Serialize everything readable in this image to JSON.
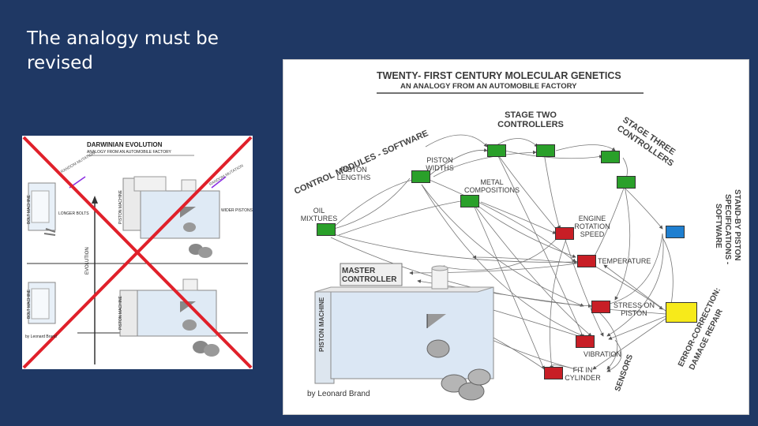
{
  "slide": {
    "title": "The analogy must be revised"
  },
  "left_figure": {
    "title": "DARWINIAN EVOLUTION",
    "subtitle": "ANALOGY FROM AN AUTOMOBILE FACTORY",
    "random_mutation": "RANDOM MUTATION",
    "bolt_machine": "BOLT MACHINE",
    "piston_machine": "PISTON MACHINE",
    "longer_bolts": "LONGER BOLTS",
    "wider_pistons": "WIDER PISTONS",
    "evolution": "EVOLUTION",
    "credit": "by Leonard Brand",
    "colors": {
      "cross": "#e0202a"
    }
  },
  "right_figure": {
    "title": "TWENTY- FIRST CENTURY MOLECULAR GENETICS",
    "subtitle": "AN ANALOGY FROM AN AUTOMOBILE FACTORY",
    "control_modules": "CONTROL MODULES - SOFTWARE",
    "stage_two": "STAGE TWO CONTROLLERS",
    "stage_three": "STAGE THREE CONTROLLERS",
    "standby": [
      "STAND-BY PISTON",
      "SPECIFICATIONS -",
      "SOFTWARE"
    ],
    "error_correction": [
      "ERROR-CORRECTION:",
      "DAMAGE REPAIR"
    ],
    "sensors": "SENSORS",
    "labels": {
      "piston_widths": "PISTON WIDTHS",
      "piston_lengths": "PISTON LENGTHS",
      "metal_compositions": "METAL COMPOSITIONS",
      "oil_mixtures": "OIL MIXTURES",
      "engine_rotation_speed": "ENGINE ROTATION SPEED",
      "temperature": "TEMPERATURE",
      "stress_on_piston": "STRESS ON PISTON",
      "vibration": "VIBRATION",
      "fit_in_cylinder": "FIT IN CYLINDER",
      "master_controller": "MASTER CONTROLLER",
      "piston_machine": "PISTON MACHINE"
    },
    "credit": "by Leonard Brand",
    "colors": {
      "module": "#2aa02a",
      "sensor": "#c81e26",
      "standby": "#1f7fd0",
      "repair": "#f7ea1a"
    }
  }
}
